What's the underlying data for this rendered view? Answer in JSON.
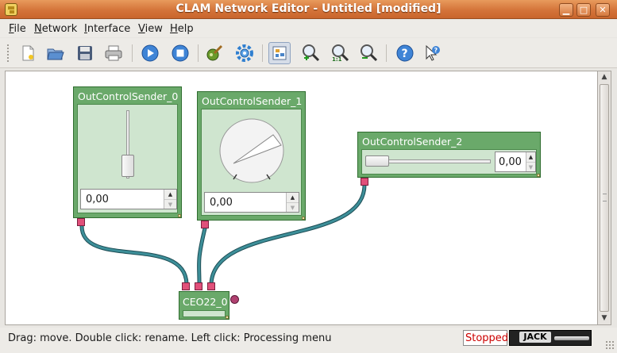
{
  "window": {
    "title": "CLAM Network Editor - Untitled [modified]"
  },
  "menu": {
    "items": [
      {
        "first": "F",
        "rest": "ile"
      },
      {
        "first": "N",
        "rest": "etwork"
      },
      {
        "first": "I",
        "rest": "nterface"
      },
      {
        "first": "V",
        "rest": "iew"
      },
      {
        "first": "H",
        "rest": "elp"
      }
    ]
  },
  "toolbar": {
    "icons": [
      "new-document-icon",
      "open-folder-icon",
      "save-icon",
      "print-icon",
      "play-icon",
      "stop-icon",
      "add-processing-icon",
      "configure-gear-icon",
      "fit-view-icon",
      "zoom-in-icon",
      "zoom-reset-icon",
      "zoom-out-icon",
      "help-icon",
      "whats-this-icon"
    ],
    "zoom_reset_label": "1:1"
  },
  "network": {
    "nodes": [
      {
        "name": "OutControlSender_0",
        "value": "0,00",
        "widget": "vertical-slider",
        "level": 0.0
      },
      {
        "name": "OutControlSender_1",
        "value": "0,00",
        "widget": "knob",
        "level": 0.0
      },
      {
        "name": "OutControlSender_2",
        "value": "0,00",
        "widget": "horizontal-slider",
        "level": 0.0
      },
      {
        "name": "CEO22_0",
        "widget": "processing"
      }
    ],
    "connections": [
      {
        "from": "OutControlSender_0",
        "to": "CEO22_0",
        "port": 1
      },
      {
        "from": "OutControlSender_1",
        "to": "CEO22_0",
        "port": 2
      },
      {
        "from": "OutControlSender_2",
        "to": "CEO22_0",
        "port": 3
      }
    ]
  },
  "status": {
    "hint": "Drag: move. Double click: rename. Left click: Processing menu",
    "state": "Stopped",
    "jack_label": "JACK"
  },
  "colors": {
    "node": "#6aa96a",
    "node_body": "#cfe5cf",
    "port": "#e0507a",
    "wire": "#2d6f7a",
    "title_bar": "#d4743a"
  }
}
